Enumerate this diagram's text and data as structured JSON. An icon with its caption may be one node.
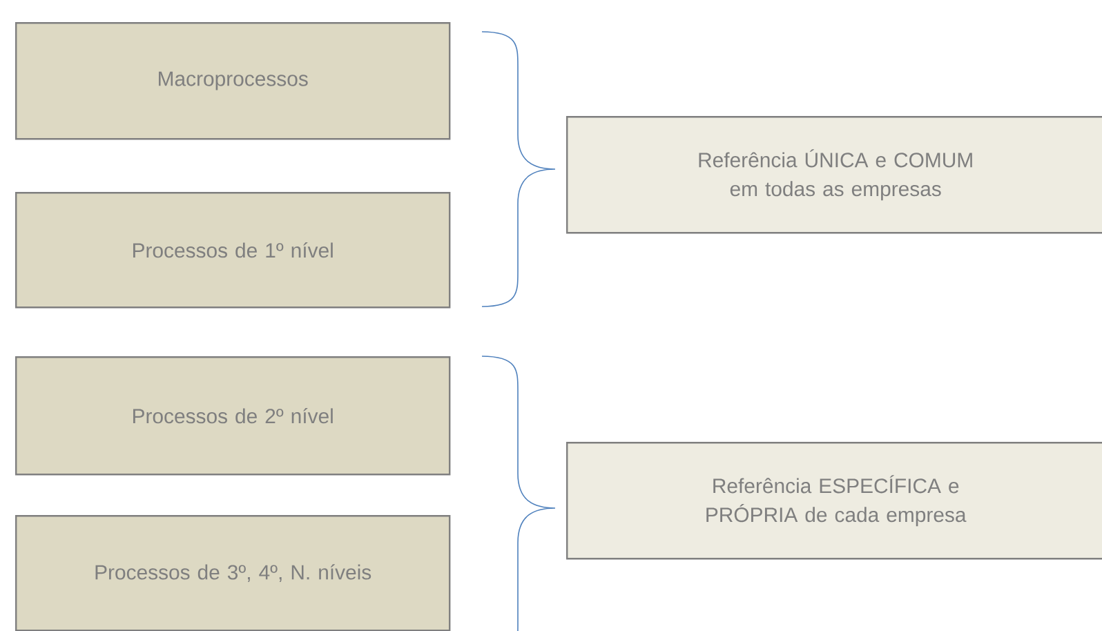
{
  "diagram": {
    "nodes": [
      {
        "text": [
          "Macroprocessos"
        ]
      },
      {
        "text": [
          "Processos de 1º nível"
        ]
      },
      {
        "text": [
          "Processos de 2º nível"
        ]
      },
      {
        "text": [
          "Processos de 3º, 4º, N. níveis"
        ]
      },
      {
        "text": [
          "Referência ÚNICA e COMUM em todas as empresas"
        ]
      },
      {
        "text": [
          "Referência ESPECÍFICA e PRÓPRIA de cada empresa"
        ]
      }
    ],
    "edges": []
  }
}
